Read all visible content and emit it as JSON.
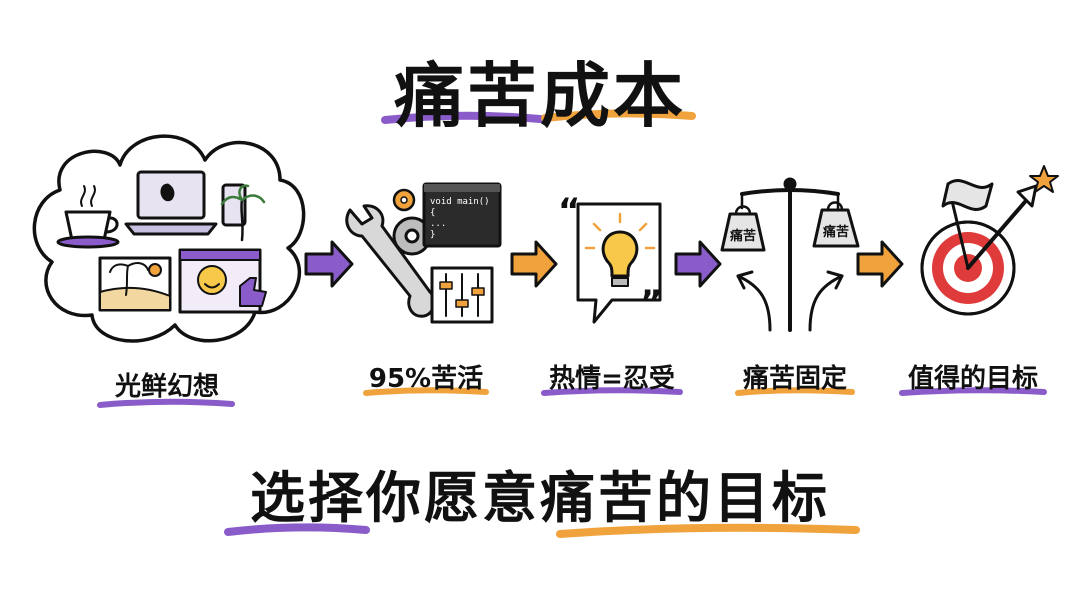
{
  "title": "痛苦成本",
  "steps": [
    {
      "label": "光鲜幻想"
    },
    {
      "label": "95%苦活"
    },
    {
      "label": "热情=忍受"
    },
    {
      "label": "痛苦固定"
    },
    {
      "label": "值得的目标"
    }
  ],
  "code_snippet": [
    "void main()",
    "{",
    "  ...",
    "}"
  ],
  "weights": [
    "痛苦",
    "痛苦"
  ],
  "tagline": "选择你愿意痛苦的目标",
  "colors": {
    "purple": "#8a5cc9",
    "orange": "#f0a23c",
    "red": "#e03b3b",
    "ink": "#111111"
  }
}
